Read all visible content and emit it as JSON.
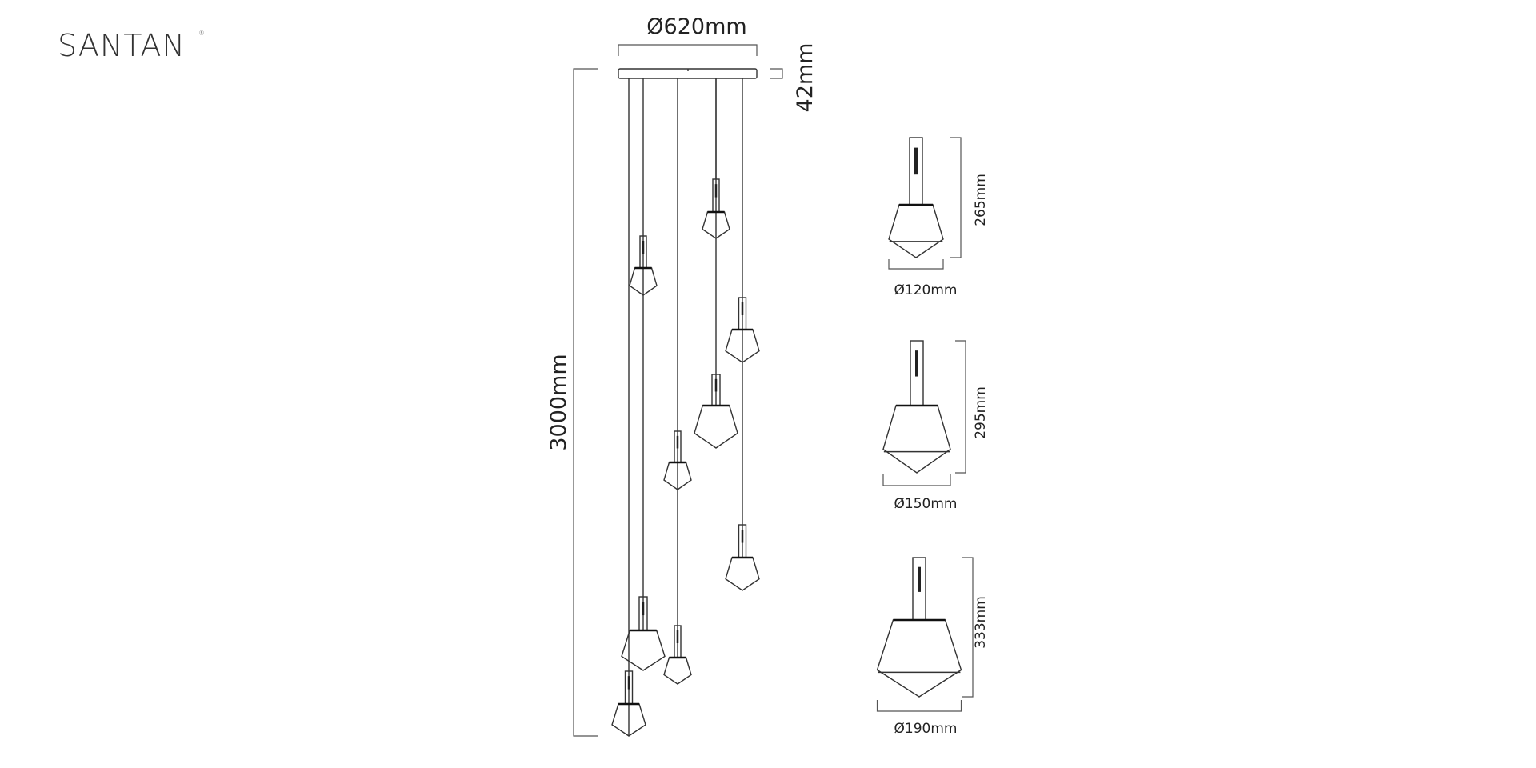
{
  "brand": {
    "name": "SANTAN",
    "registered_mark": "®"
  },
  "main_drawing": {
    "canopy_diameter": "Ø620mm",
    "canopy_height": "42mm",
    "total_height": "3000mm",
    "pendant_count": 9
  },
  "details": [
    {
      "size": "small",
      "height": "265mm",
      "diameter": "Ø120mm"
    },
    {
      "size": "medium",
      "height": "295mm",
      "diameter": "Ø150mm"
    },
    {
      "size": "large",
      "height": "333mm",
      "diameter": "Ø190mm"
    }
  ],
  "colors": {
    "line": "#333333",
    "background": "#ffffff"
  }
}
